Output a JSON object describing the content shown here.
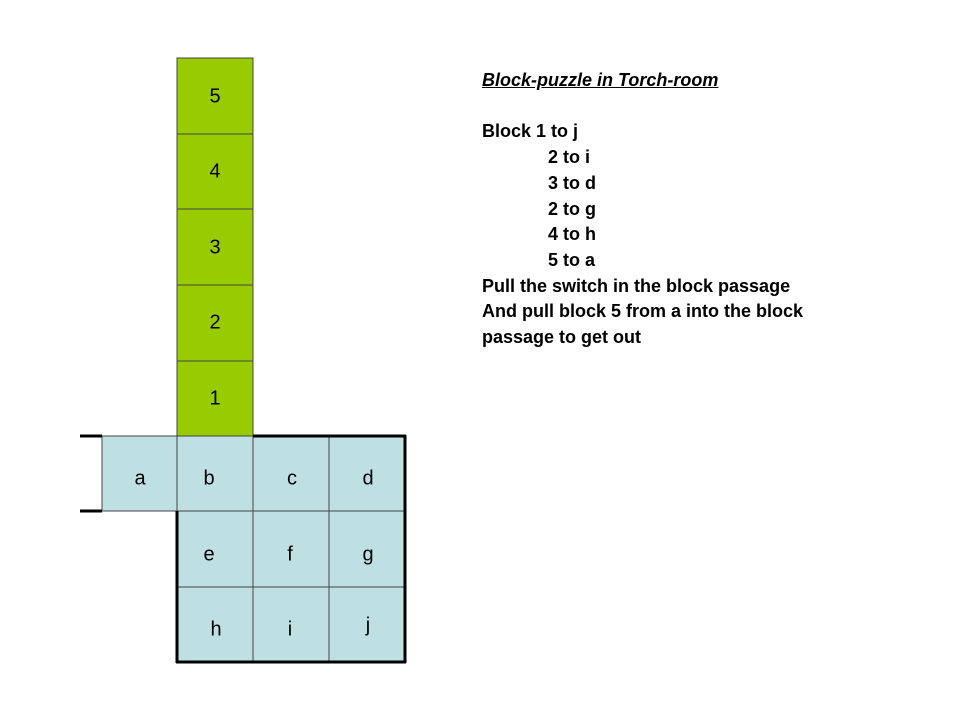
{
  "colors": {
    "block": "#99cc00",
    "floor": "#bfe0e3",
    "grid_line": "#444444",
    "wall": "#000000"
  },
  "blocks": [
    {
      "label": "5"
    },
    {
      "label": "4"
    },
    {
      "label": "3"
    },
    {
      "label": "2"
    },
    {
      "label": "1"
    }
  ],
  "floor": {
    "row1": [
      {
        "label": "a"
      },
      {
        "label": "b"
      },
      {
        "label": "c"
      },
      {
        "label": "d"
      }
    ],
    "row2": [
      {
        "label": "e"
      },
      {
        "label": "f"
      },
      {
        "label": "g"
      }
    ],
    "row3": [
      {
        "label": "h"
      },
      {
        "label": "i"
      },
      {
        "label": "j"
      }
    ]
  },
  "instructions": {
    "title": "Block-puzzle in Torch-room",
    "lines": [
      {
        "text": "Block 1 to j",
        "indent": false
      },
      {
        "text": "2 to i",
        "indent": true
      },
      {
        "text": "3 to d",
        "indent": true
      },
      {
        "text": "2 to g",
        "indent": true
      },
      {
        "text": "4 to h",
        "indent": true
      },
      {
        "text": "5 to a",
        "indent": true
      },
      {
        "text": "Pull the switch in the block passage",
        "indent": false
      },
      {
        "text": "And pull block 5 from a into the block",
        "indent": false
      },
      {
        "text": "passage to get out",
        "indent": false
      }
    ]
  }
}
